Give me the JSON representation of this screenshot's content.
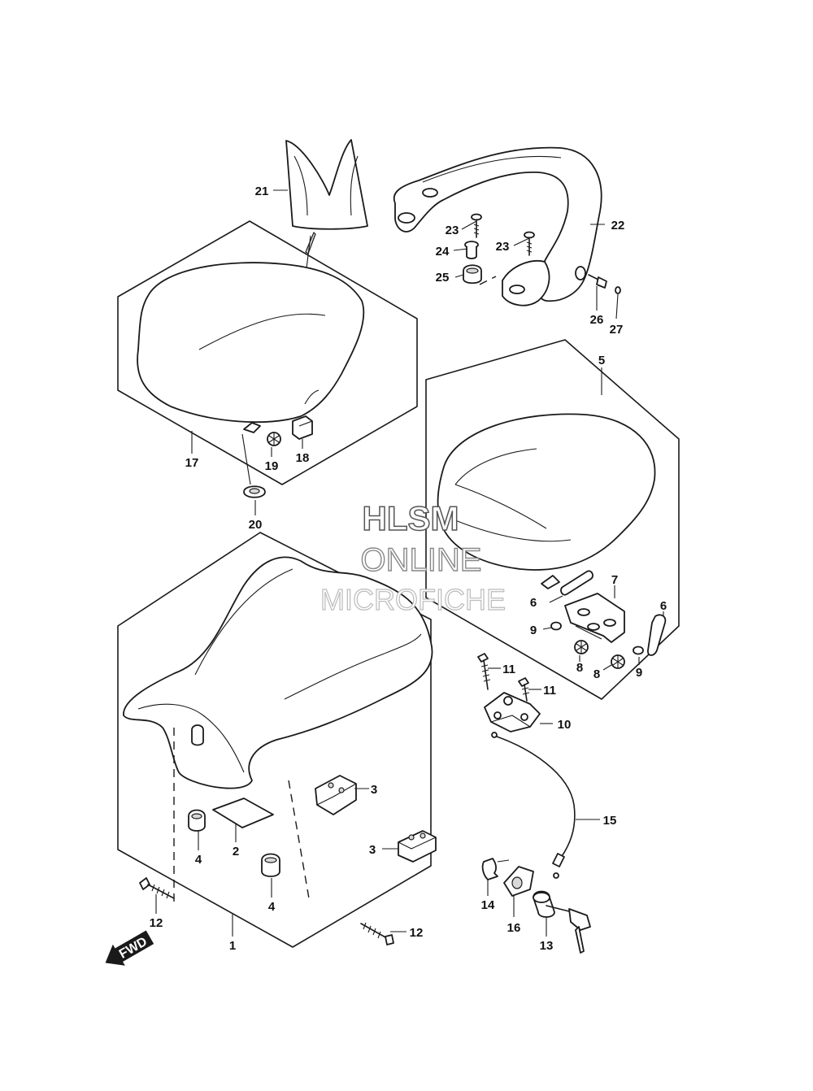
{
  "watermark": {
    "line1": "HLSM",
    "line2": "ONLINE",
    "line3": "MICROFICHE"
  },
  "direction_arrow": {
    "label": "FWD"
  },
  "callouts": {
    "c1": "1",
    "c2": "2",
    "c3a": "3",
    "c3b": "3",
    "c4a": "4",
    "c4b": "4",
    "c5": "5",
    "c6a": "6",
    "c6b": "6",
    "c7": "7",
    "c8a": "8",
    "c8b": "8",
    "c9a": "9",
    "c9b": "9",
    "c10": "10",
    "c11a": "11",
    "c11b": "11",
    "c12a": "12",
    "c12b": "12",
    "c13": "13",
    "c14": "14",
    "c15": "15",
    "c16": "16",
    "c17": "17",
    "c18": "18",
    "c19": "19",
    "c20": "20",
    "c21": "21",
    "c22": "22",
    "c23a": "23",
    "c23b": "23",
    "c24": "24",
    "c25": "25",
    "c26": "26",
    "c27": "27"
  }
}
